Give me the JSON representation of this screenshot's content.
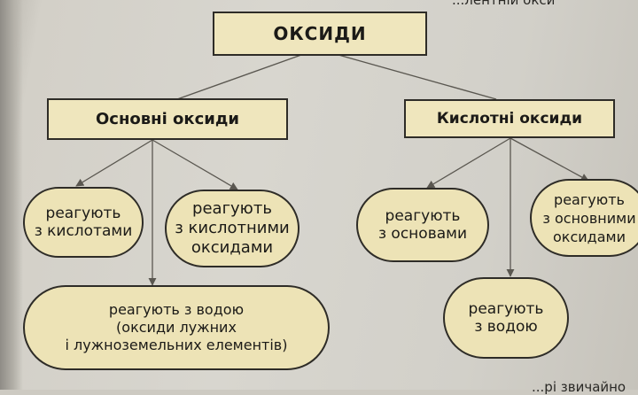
{
  "diagram": {
    "root": "ОКСИДИ",
    "basic": {
      "title": "Основні оксиди",
      "properties": [
        "реагують\nз кислотами",
        "реагують\nз кислотними\nоксидами",
        "реагують з водою\n(оксиди лужних\nі лужноземельних елементів)"
      ]
    },
    "acidic": {
      "title": "Кислотні оксиди",
      "properties": [
        "реагують\nз основами",
        "реагують\nз основними\nоксидами",
        "реагують\nз водою"
      ]
    }
  },
  "page_fragments": {
    "top": "...лентній окси",
    "bottom": "...рі звичайно"
  },
  "colors": {
    "box_fill": "#efe6bd",
    "oval_fill": "#ede3b6",
    "line": "#5a5750",
    "border": "#2e2c27"
  }
}
